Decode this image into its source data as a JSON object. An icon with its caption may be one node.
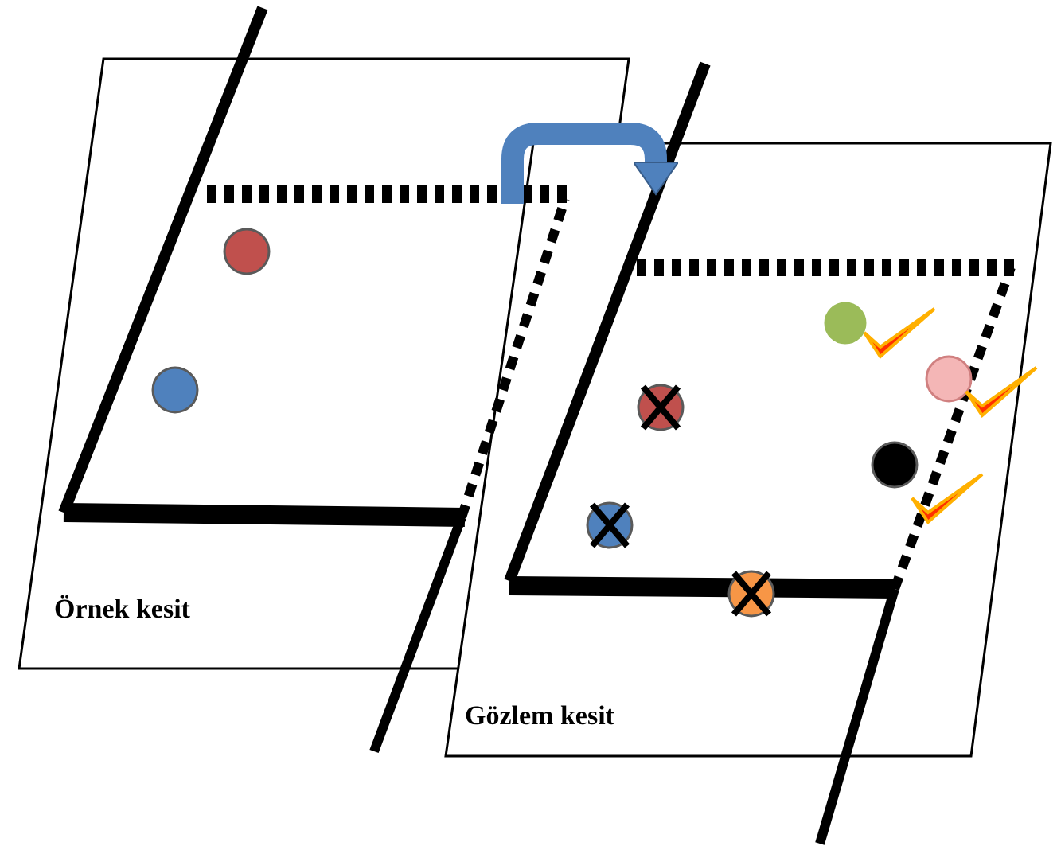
{
  "diagram": {
    "nodes": [
      {
        "text": [
          "Örnek kesit"
        ]
      },
      {
        "text": [
          "Gözlem kesit"
        ]
      }
    ],
    "edges": [
      {
        "from": 0,
        "to": 1,
        "arrow": "to"
      }
    ]
  }
}
